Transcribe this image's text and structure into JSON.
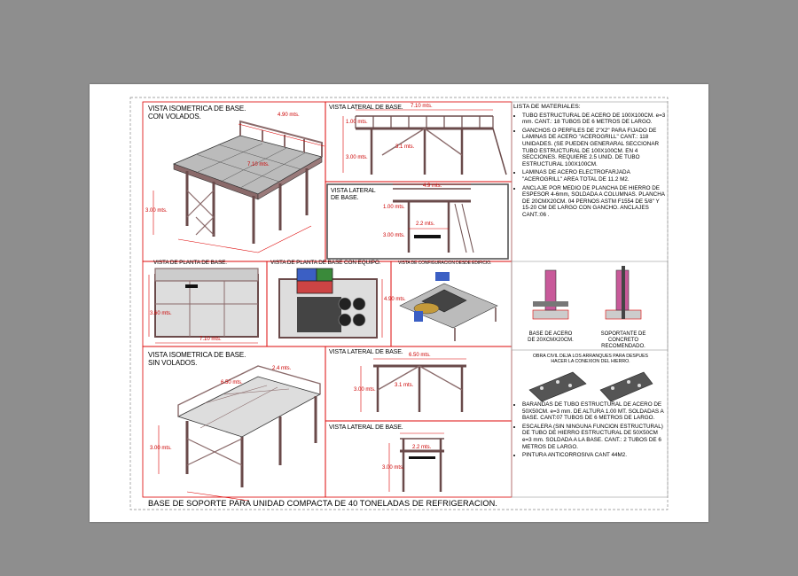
{
  "views": {
    "iso_con_volados": [
      "VISTA ISOMETRICA DE BASE.",
      "CON VOLADOS."
    ],
    "lateral_1": "VISTA LATERAL DE BASE.",
    "lateral_2": [
      "VISTA LATERAL",
      "DE BASE."
    ],
    "planta": "VISTA DE PLANTA DE BASE.",
    "planta_equipo": "VISTA DE PLANTA DE BASE CON EQUIPO.",
    "configuracion": "VISTA DE CONFIGURACION DESDE EDIFICIO.",
    "iso_sin_volados": [
      "VISTA ISOMETRICA DE BASE.",
      "SIN VOLADOS."
    ],
    "lateral_3": "VISTA LATERAL DE BASE.",
    "lateral_4": "VISTA LATERAL DE BASE."
  },
  "dimensions": {
    "iso1_top": "4.90 mts.",
    "iso1_mid": "7.10 mts.",
    "iso1_side": "3.00 mts.",
    "lat1_top": "7.10 mts.",
    "lat1_a": "1.00 mts.",
    "lat1_b": "3.00 mts.",
    "lat1_diag": "3.1 mts.",
    "lat2_top": "4.9 mts.",
    "lat2_a": "1.00 mts.",
    "lat2_b": "3.00 mts.",
    "lat2_w": "2.2 mts.",
    "planta_w": "7.10 mts.",
    "planta_h": "3.60 mts.",
    "equipo_h": "4.90 mts.",
    "iso2_top": "2.4 mts.",
    "iso2_mid": "6.50 mts.",
    "iso2_side": "3.00 mts.",
    "lat3_top": "6.50 mts.",
    "lat3_h": "3.00 mts.",
    "lat3_diag": "3.1 mts.",
    "lat4_top": "2.2 mts.",
    "lat4_h": "3.00 mts."
  },
  "materials": {
    "title": "LISTA DE MATERIALES:",
    "items_top": [
      "TUBO ESTRUCTURAL DE ACERO DE 100X100CM. e=3 mm. CANT.: 18 TUBOS DE 6 METROS DE LARGO.",
      "GANCHOS O PERFILES DE 2\"X2\" PARA FIJADO DE LAMINAS DE ACERO \"ACEROGRILL\" CANT.: 118 UNIDADES. (SE PUEDEN GENERARAL SECCIONAR TUBO ESTRUCTURAL DE 100X100CM. EN 4 SECCIONES. REQUIERE 2.5 UNID. DE TUBO ESTRUCTURAL 100X100CM.",
      "LAMINAS DE ACERO ELECTROFARJADA \"ACEROGRILL\" AREA TOTAL DE 11.2 M2.",
      "ANCLAJE POR MEDIO DE PLANCHA DE HIERRO DE ESPESOR 4-6mm, SOLDADA A COLUMNAS. PLANCHA DE 20CMX20CM. 04 PERNOS ASTM F1554 DE 5/8\" Y 15-20 CM DE LARGO CON GANCHO. ANCLAJES CANT.:06 ."
    ],
    "items_bottom": [
      "BARANDAS DE TUBO ESTRUCTURAL DE ACERO DE 50X50CM. e=3 mm. DE ALTURA 1.00 MT. SOLDADAS A BASE. CANT:07 TUBOS DE 6 METROS DE LARGO.",
      "ESCALERA (SIN NINGUNA FUNCION ESTRUCTURAL) DE TUBO DE HIERRO ESTRUCTURAL DE 50X50CM e=3 mm. SOLDADA A LA BASE. CANT.: 2 TUBOS DE 6 METROS DE LARGO.",
      "PINTURA ANTICORROSIVA CANT 44M2."
    ]
  },
  "captions": {
    "base_acero": [
      "BASE DE ACERO",
      "DE 20XCMX20CM."
    ],
    "soportante": [
      "SOPORTANTE DE",
      "CONCRETO",
      "RECOMENDADO."
    ],
    "obra_civil": [
      "OBRA CIVIL DEJA LOS ARRANQUES PARA DESPUES",
      "HACER LA CONEXION DEL HIERRO."
    ]
  },
  "footer": "BASE DE SOPORTE PARA UNIDAD COMPACTA DE 40 TONELADAS DE REFRIGERACION."
}
